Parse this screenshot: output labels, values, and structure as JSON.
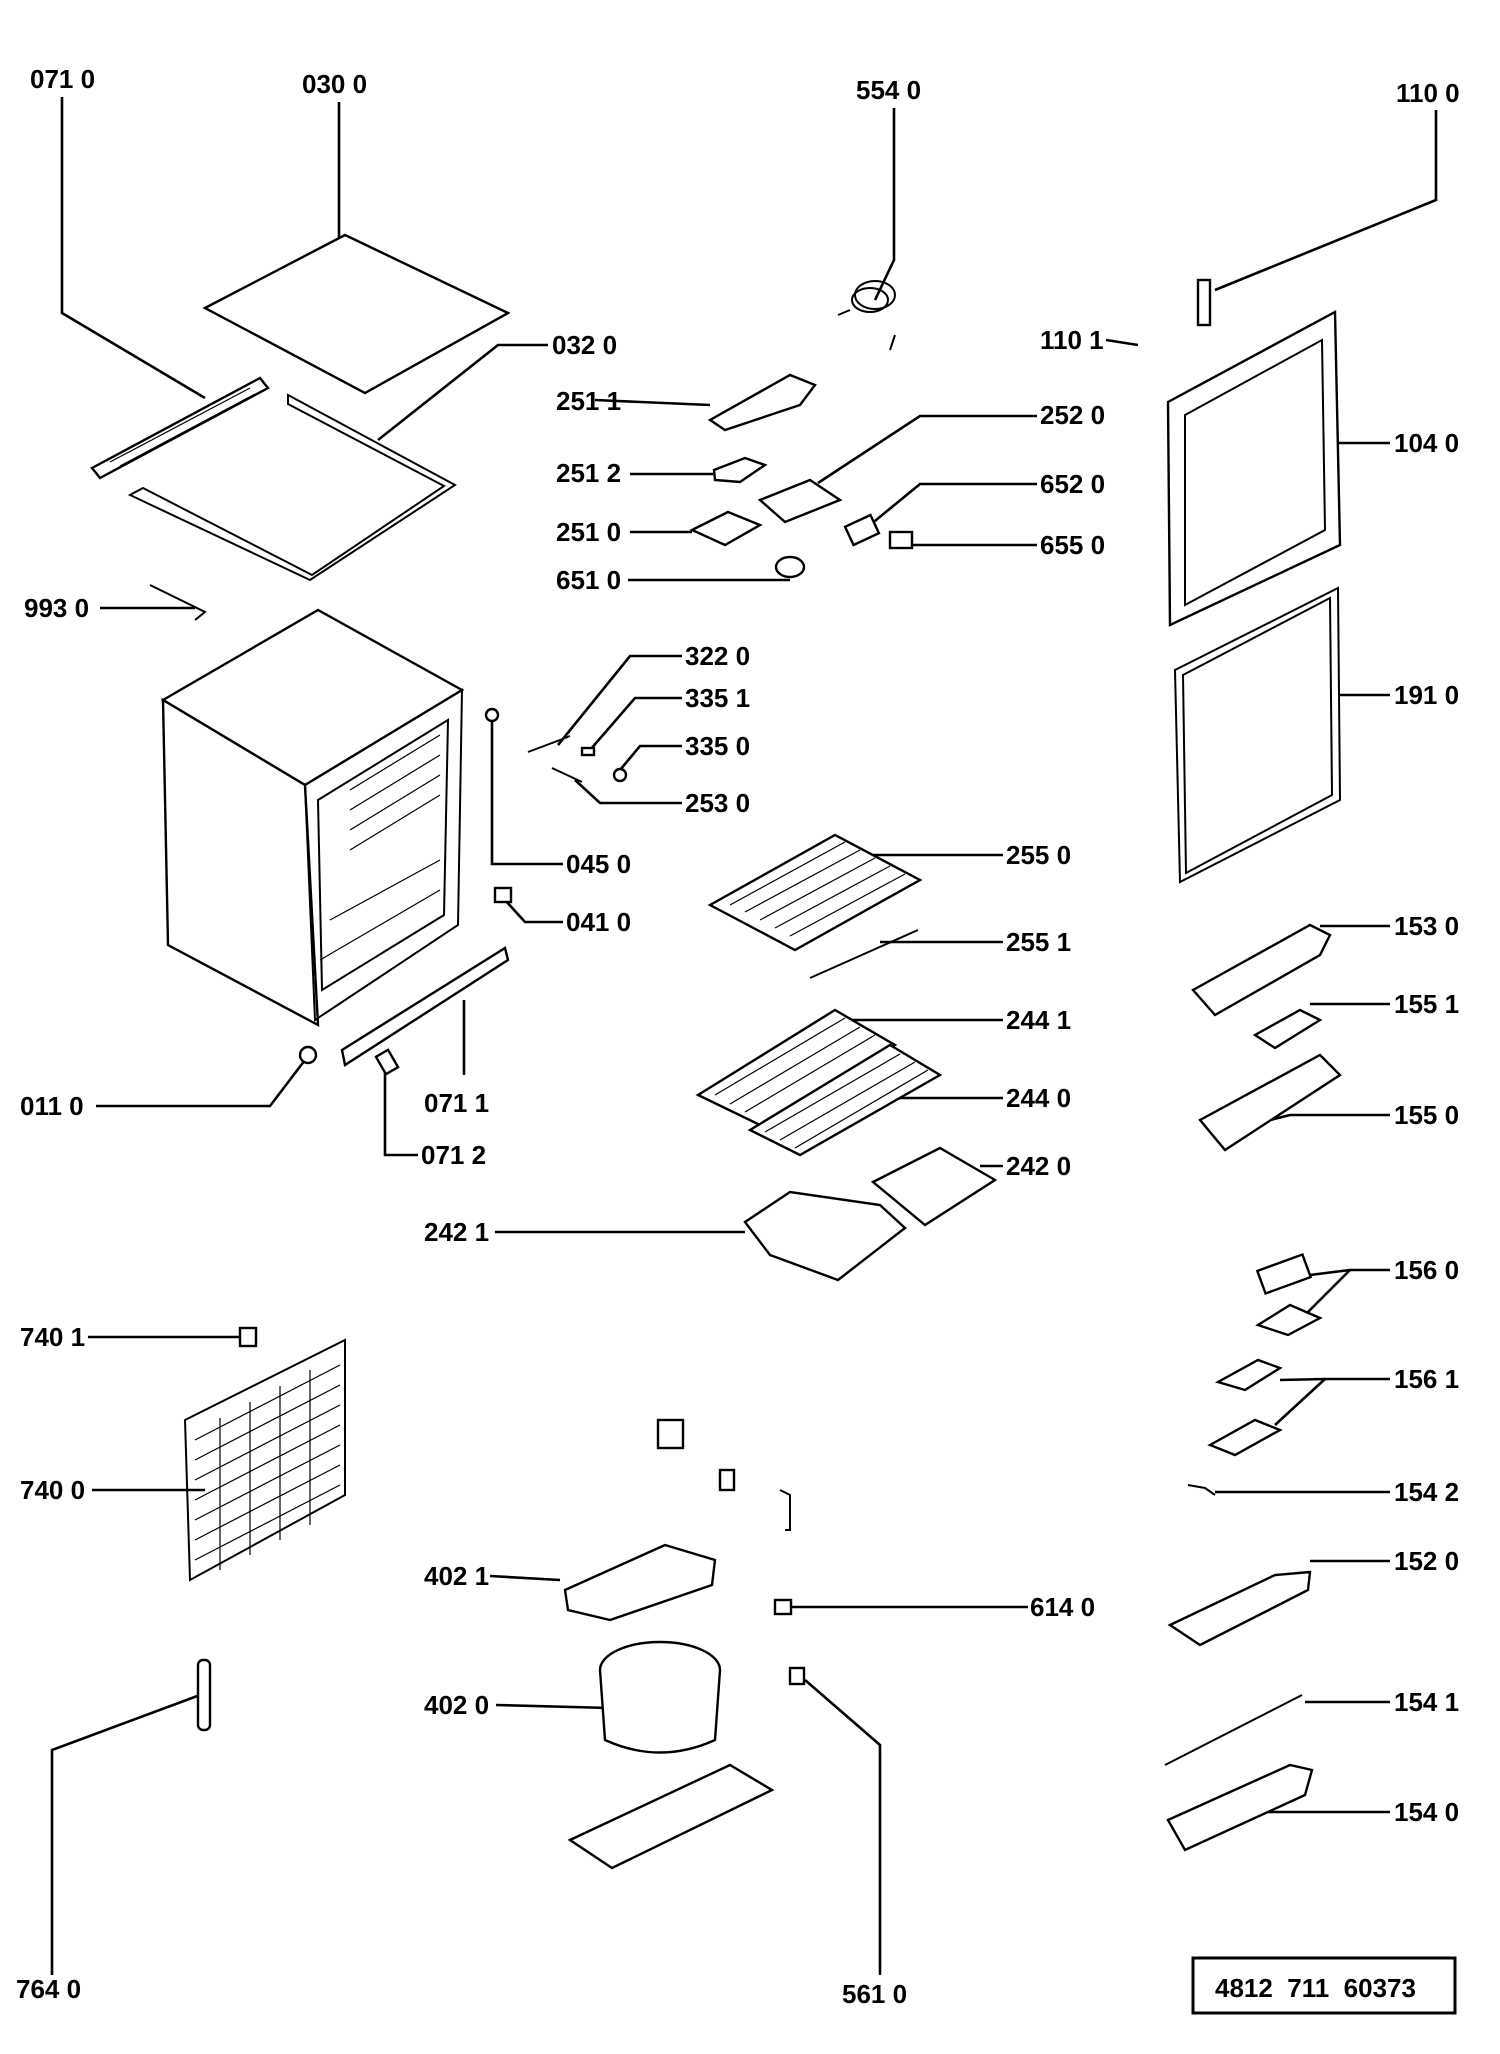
{
  "diagram": {
    "title": "Refrigerator exploded parts view",
    "catalog_number": "4812  711  60373",
    "callouts": [
      {
        "id": "c0710",
        "label": "071 0"
      },
      {
        "id": "c0300",
        "label": "030  0"
      },
      {
        "id": "c5540",
        "label": "554  0"
      },
      {
        "id": "c1100",
        "label": "110  0"
      },
      {
        "id": "c0320",
        "label": "032 0"
      },
      {
        "id": "c1101",
        "label": "110 1"
      },
      {
        "id": "c2511",
        "label": "251  1"
      },
      {
        "id": "c2520",
        "label": "252 0"
      },
      {
        "id": "c1040",
        "label": "104 0"
      },
      {
        "id": "c2512",
        "label": "251 2"
      },
      {
        "id": "c6520",
        "label": "652 0"
      },
      {
        "id": "c2510",
        "label": "251  0"
      },
      {
        "id": "c6550",
        "label": "655 0"
      },
      {
        "id": "c6510",
        "label": "651  0"
      },
      {
        "id": "c9930",
        "label": "993 0"
      },
      {
        "id": "c3220",
        "label": "322 0"
      },
      {
        "id": "c3351",
        "label": "335  1"
      },
      {
        "id": "c1910",
        "label": "191 0"
      },
      {
        "id": "c3350",
        "label": "335 0"
      },
      {
        "id": "c2530",
        "label": "253 0"
      },
      {
        "id": "c2550",
        "label": "255 0"
      },
      {
        "id": "c0450",
        "label": "045 0"
      },
      {
        "id": "c0410",
        "label": "041 0"
      },
      {
        "id": "c1530",
        "label": "153 0"
      },
      {
        "id": "c2551",
        "label": "255 1"
      },
      {
        "id": "c1551",
        "label": "155 1"
      },
      {
        "id": "c2441",
        "label": "244 1"
      },
      {
        "id": "c0110",
        "label": "011 0"
      },
      {
        "id": "c0711",
        "label": "071 1"
      },
      {
        "id": "c2440",
        "label": "244 0"
      },
      {
        "id": "c1550",
        "label": "155 0"
      },
      {
        "id": "c0712",
        "label": "071 2"
      },
      {
        "id": "c2420",
        "label": "242 0"
      },
      {
        "id": "c2421",
        "label": "242 1"
      },
      {
        "id": "c1560",
        "label": "156 0"
      },
      {
        "id": "c7401",
        "label": "740 1"
      },
      {
        "id": "c1561",
        "label": "156  1"
      },
      {
        "id": "c7400",
        "label": "740  0"
      },
      {
        "id": "c1542",
        "label": "154 2"
      },
      {
        "id": "c4021",
        "label": "402 1"
      },
      {
        "id": "c6140",
        "label": "614 0"
      },
      {
        "id": "c1520",
        "label": "152 0"
      },
      {
        "id": "c1541",
        "label": "154  1"
      },
      {
        "id": "c4020",
        "label": "402 0"
      },
      {
        "id": "c1540",
        "label": "154 0"
      },
      {
        "id": "c7640",
        "label": "764 0"
      },
      {
        "id": "c5610",
        "label": "561 0"
      }
    ]
  }
}
